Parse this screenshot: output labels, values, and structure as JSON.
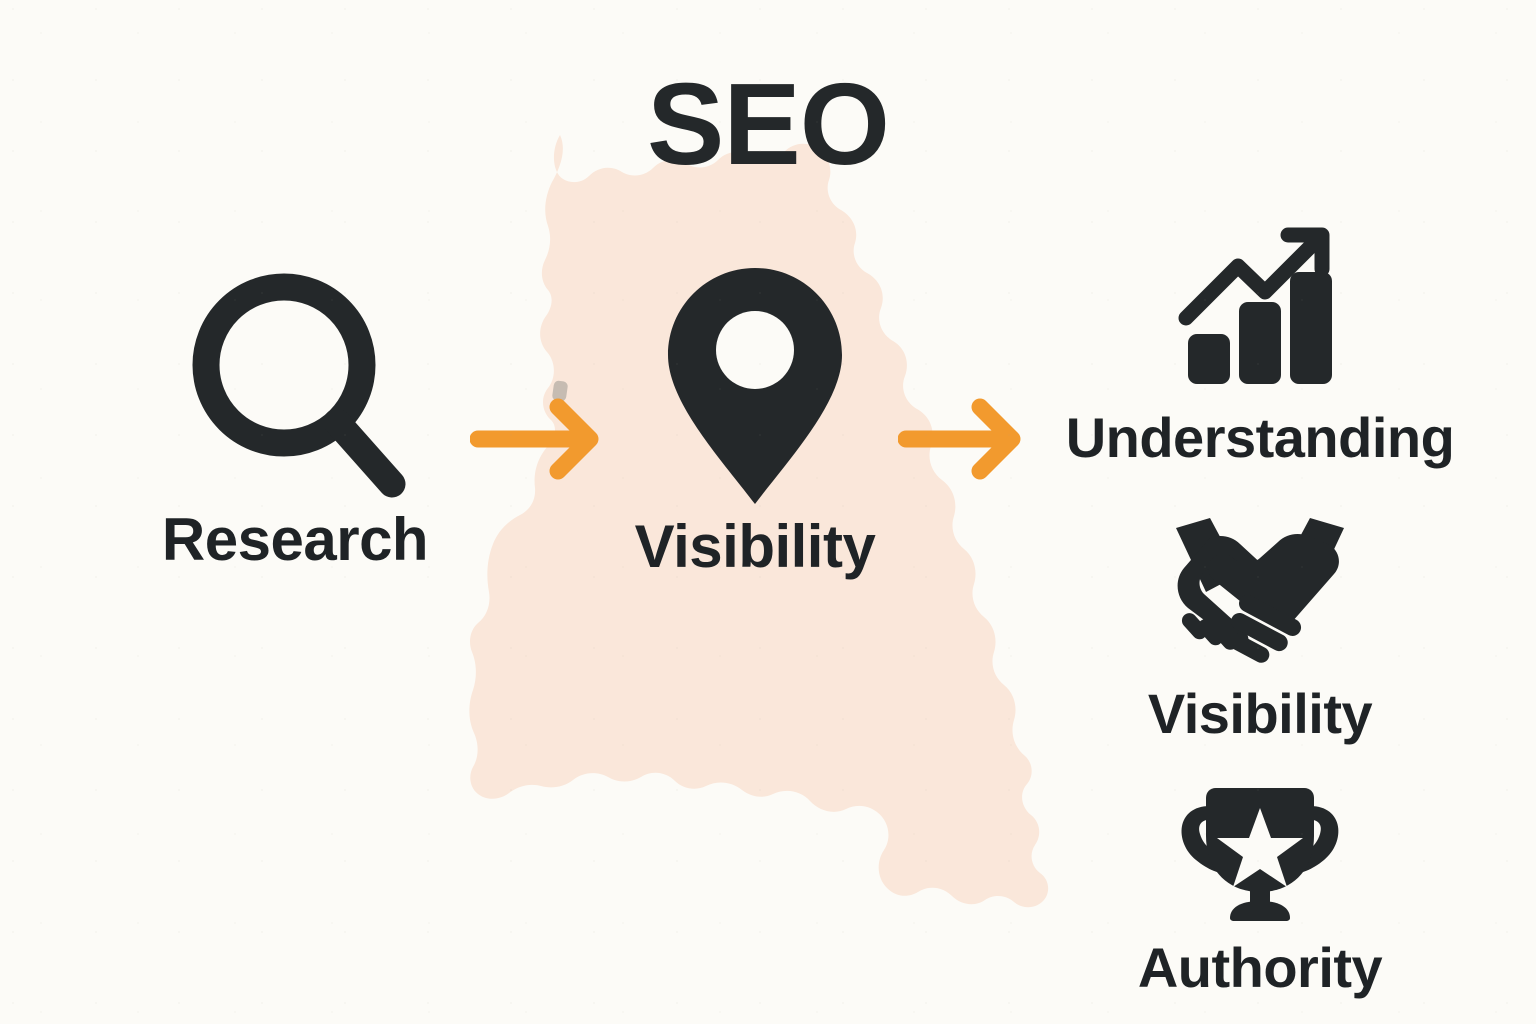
{
  "title": "SEO",
  "colors": {
    "background": "#fcfbf7",
    "map_fill": "#fae7da",
    "ink": "#24282a",
    "accent_orange": "#f29a2e"
  },
  "background_graphic": {
    "name": "map-silhouette",
    "description": "country map silhouette",
    "fill": "#fae7da"
  },
  "stages": [
    {
      "label": "Research",
      "icon": "magnifier-icon"
    },
    {
      "label": "Visibility",
      "icon": "map-pin-icon"
    }
  ],
  "connectors": [
    {
      "name": "arrow-research-to-visibility",
      "icon": "arrow-right-icon",
      "color": "#f29a2e"
    },
    {
      "name": "arrow-visibility-to-outcomes",
      "icon": "arrow-right-icon",
      "color": "#f29a2e"
    }
  ],
  "outcomes": [
    {
      "label": "Understanding",
      "icon": "growth-chart-icon"
    },
    {
      "label": "Visibility",
      "icon": "handshake-icon"
    },
    {
      "label": "Authority",
      "icon": "trophy-icon"
    }
  ]
}
